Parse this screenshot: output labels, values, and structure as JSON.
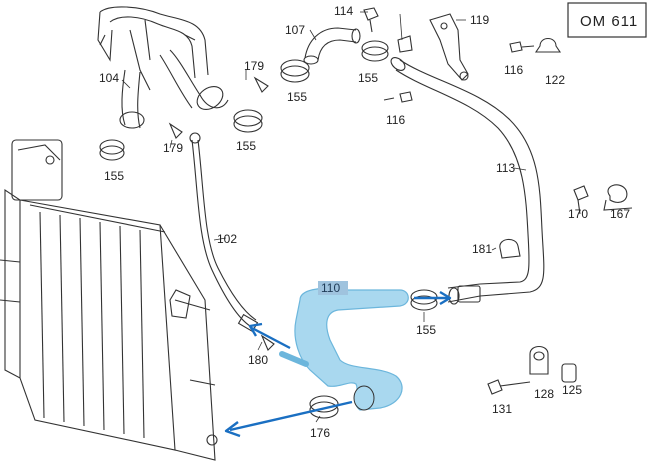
{
  "diagram": {
    "model_code": "OM 611",
    "colors": {
      "line": "#333333",
      "highlight_fill": "#a9d8ef",
      "highlight_stroke": "#6cb6dc",
      "arrow": "#1a6fc2",
      "label_highlight_bg": "#9fc3de"
    },
    "parts": {
      "p104": "104",
      "p107": "107",
      "p114": "114",
      "p119": "119",
      "p179a": "179",
      "p155a": "155",
      "p155b": "155",
      "p116a": "116",
      "p122": "122",
      "p179b": "179",
      "p155c": "155",
      "p155d": "155",
      "p116b": "116",
      "p113": "113",
      "p170": "170",
      "p167": "167",
      "p102": "102",
      "p181": "181",
      "p110": "110",
      "p155e": "155",
      "p180": "180",
      "p128": "128",
      "p125": "125",
      "p131": "131",
      "p176": "176"
    }
  }
}
